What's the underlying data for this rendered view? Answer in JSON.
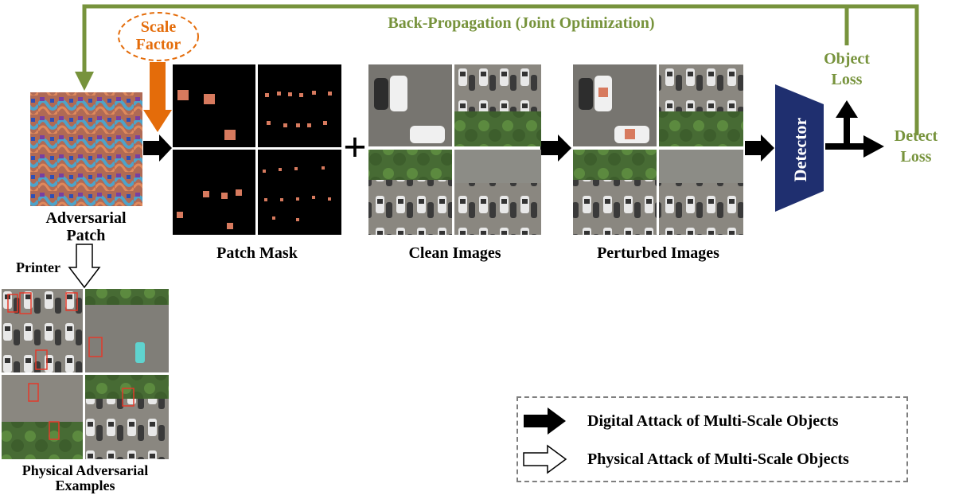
{
  "backprop_label": "Back-Propagation (Joint Optimization)",
  "scale_factor": {
    "line1": "Scale",
    "line2": "Factor"
  },
  "adversarial_patch": {
    "line1": "Adversarial",
    "line2": "Patch"
  },
  "printer_label": "Printer",
  "patch_mask_label": "Patch Mask",
  "clean_images_label": "Clean Images",
  "perturbed_images_label": "Perturbed Images",
  "detector_label": "Detector",
  "object_loss": {
    "line1": "Object",
    "line2": "Loss"
  },
  "detect_loss": {
    "line1": "Detect",
    "line2": "Loss"
  },
  "physical_examples": {
    "line1": "Physical Adversarial",
    "line2": "Examples"
  },
  "plus_sign": "+",
  "legend": {
    "digital": "Digital Attack of Multi-Scale Objects",
    "physical": "Physical Attack of Multi-Scale Objects"
  },
  "colors": {
    "green": "#77933c",
    "orange": "#e46c0a",
    "detector": "#1f2f6f",
    "black": "#000000"
  }
}
